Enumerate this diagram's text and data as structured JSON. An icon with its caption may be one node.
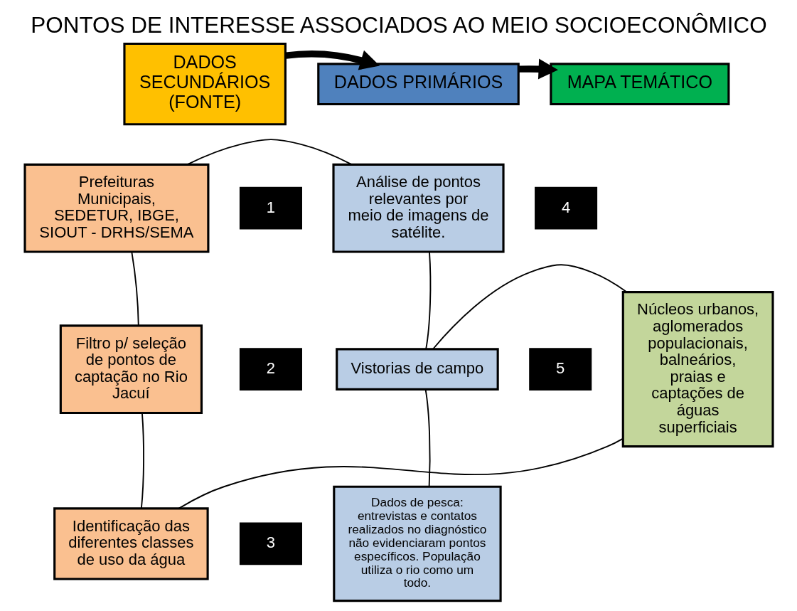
{
  "diagram": {
    "title": "PONTOS DE INTERESSE ASSOCIADOS AO MEIO SOCIOECONÔMICO",
    "nodes": [
      {
        "text": [
          "DADOS SECUNDÁRIOS (FONTE)"
        ]
      },
      {
        "text": [
          "DADOS PRIMÁRIOS"
        ]
      },
      {
        "text": [
          "MAPA TEMÁTICO"
        ]
      },
      {
        "text": [
          "Prefeituras Municipais, SEDETUR, IBGE, SIOUT - DRHS/SEMA"
        ]
      },
      {
        "text": [
          "1"
        ]
      },
      {
        "text": [
          "Análise de pontos relevantes por meio de imagens de satélite."
        ]
      },
      {
        "text": [
          "4"
        ]
      },
      {
        "text": [
          "Núcleos urbanos, aglomerados populacionais, balneários, praias e captações de águas superficiais"
        ]
      },
      {
        "text": [
          "Filtro p/ seleção de pontos de captação no Rio Jacuí"
        ]
      },
      {
        "text": [
          "2"
        ]
      },
      {
        "text": [
          "Vistorias de campo"
        ]
      },
      {
        "text": [
          "5"
        ]
      },
      {
        "text": [
          "Dados de pesca: entrevistas e contatos realizados no diagnóstico não evidenciaram pontos específicos. População utiliza o rio como um todo."
        ]
      },
      {
        "text": [
          "Identificação das diferentes classes de uso da água"
        ]
      },
      {
        "text": [
          "3"
        ]
      }
    ],
    "edges": [
      {
        "from": 0,
        "to": 1,
        "arrow": "to",
        "style": "thick"
      },
      {
        "from": 1,
        "to": 2,
        "arrow": "to",
        "style": "thick"
      },
      {
        "from": 3,
        "to": 5,
        "arrow": "none"
      },
      {
        "from": 3,
        "to": 8,
        "arrow": "none"
      },
      {
        "from": 5,
        "to": 10,
        "arrow": "none"
      },
      {
        "from": 8,
        "to": 13,
        "arrow": "none"
      },
      {
        "from": 10,
        "to": 12,
        "arrow": "none"
      },
      {
        "from": 10,
        "to": 7,
        "arrow": "none"
      },
      {
        "from": 13,
        "to": 7,
        "arrow": "none"
      }
    ]
  }
}
